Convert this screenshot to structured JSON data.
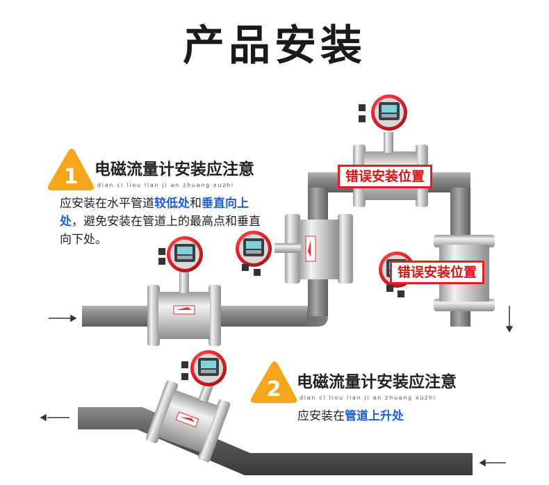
{
  "title": "产品安装",
  "notice1": {
    "number": "1",
    "heading": "电磁流量计安装应注意",
    "pinyin": "dian ci liou lian ji an zhuang xuzhi",
    "text_a": "应安装在水平管道",
    "highlight_a": "较低处",
    "text_b": "和",
    "highlight_b": "垂直向上处",
    "text_c": "，避免安装在管道上的最高点和垂直向下处。"
  },
  "notice2": {
    "number": "2",
    "heading": "电磁流量计安装应注意",
    "pinyin": "dian ci liou lian ji an zhuang xuzhi",
    "text_a": "应安装在",
    "highlight_a": "管道上升处"
  },
  "wrong_labels": [
    "错误安装位置",
    "错误安装位置"
  ],
  "colors": {
    "accent_blue": "#1f5fd1",
    "error_red": "#e02020",
    "badge_orange": "#f6a61c",
    "pipe_gray": "#8a8a8a"
  },
  "icons": [
    "warning-triangle-icon",
    "flow-arrow-icon"
  ]
}
